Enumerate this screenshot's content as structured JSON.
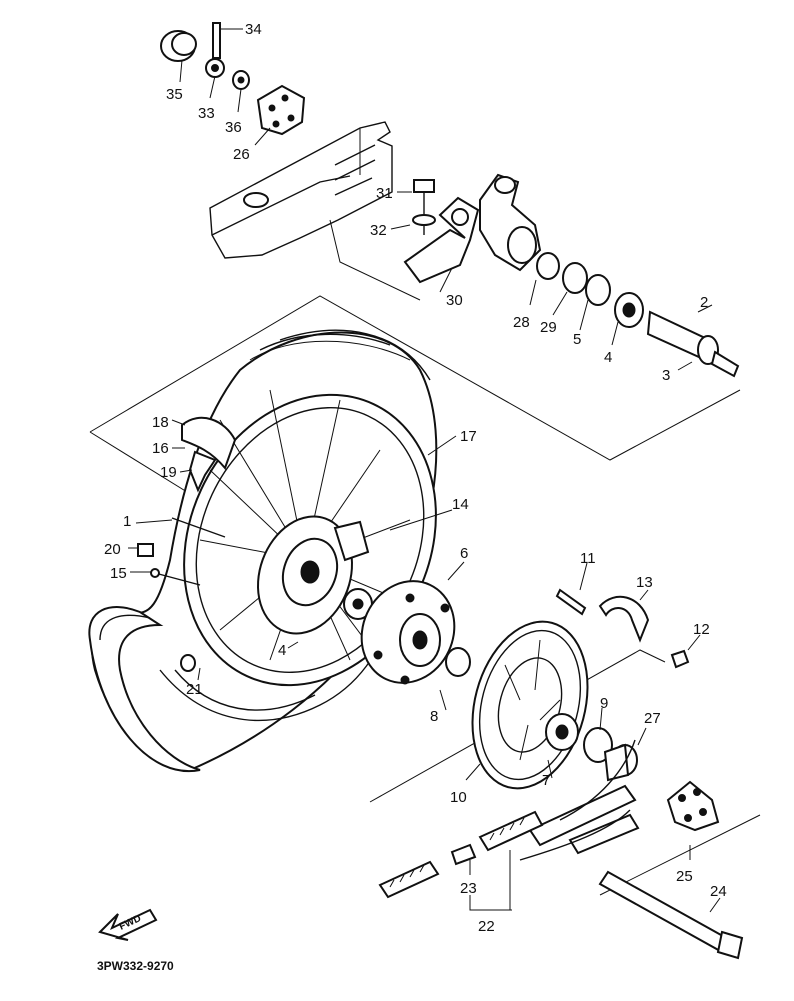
{
  "diagram_code": "3PW332-9270",
  "fwd_label": "FWD",
  "callouts": [
    "1",
    "2",
    "3",
    "4",
    "4",
    "5",
    "6",
    "7",
    "8",
    "9",
    "10",
    "11",
    "12",
    "13",
    "14",
    "15",
    "16",
    "17",
    "18",
    "19",
    "20",
    "21",
    "22",
    "23",
    "24",
    "25",
    "26",
    "27",
    "28",
    "29",
    "30",
    "31",
    "32",
    "33",
    "34",
    "35",
    "36"
  ]
}
